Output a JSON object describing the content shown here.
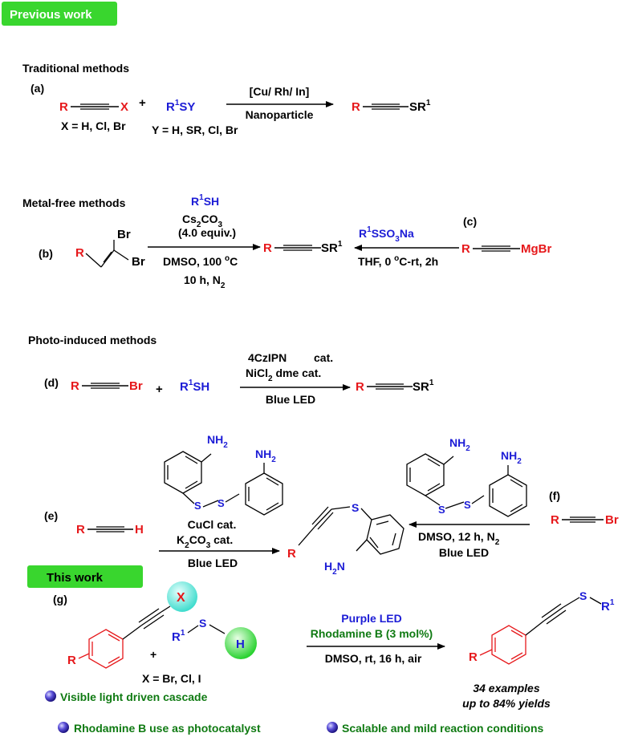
{
  "colors": {
    "red": "#e6181b",
    "blue": "#1c1cd6",
    "green": "#0f7a12",
    "badge": "#39d62e",
    "black": "#000000"
  },
  "previous_work": "Previous work",
  "this_work": "This work",
  "sections": {
    "traditional": "Traditional methods",
    "metal_free": "Metal-free methods",
    "photo": "Photo-induced methods"
  },
  "labels": {
    "a": "(a)",
    "b": "(b)",
    "c": "(c)",
    "d": "(d)",
    "e": "(e)",
    "f": "(f)",
    "g": "(g)"
  },
  "a": {
    "catalyst": "[Cu/ Rh/ In]",
    "condition": "Nanoparticle",
    "x_def": "X = H, Cl, Br",
    "y_def": "Y = H, SR, Cl, Br"
  },
  "b": {
    "conditions": [
      "(4.0 equiv.)",
      "DMSO, 100 ",
      "C",
      "10 h, N"
    ]
  },
  "c": {
    "reagent": "SSO",
    "reagent_tail": "Na",
    "conditions": [
      "THF, 0 ",
      "C-rt, 2h"
    ],
    "mgbr": "MgBr"
  },
  "d": {
    "cat1": "4CzIPN",
    "cat1b": "cat.",
    "cat2a": "NiCl",
    "cat2b": " dme cat.",
    "light": "Blue LED"
  },
  "e": {
    "conds": [
      "CuCl cat.",
      "K",
      "CO",
      " cat."
    ],
    "light": "Blue LED"
  },
  "f": {
    "conds": [
      "DMSO, 12 h, N"
    ],
    "light": "Blue LED"
  },
  "g": {
    "light": "Purple LED",
    "catalyst": "Rhodamine B (3 mol%)",
    "conditions": "DMSO, rt, 16 h, air",
    "x_def": "X = Br, Cl, I",
    "examples": "34 examples",
    "yields": "up to 84% yields"
  },
  "bullets": [
    "Visible light driven cascade",
    "Rhodamine B use as photocatalyst",
    "Scalable and mild reaction conditions"
  ]
}
